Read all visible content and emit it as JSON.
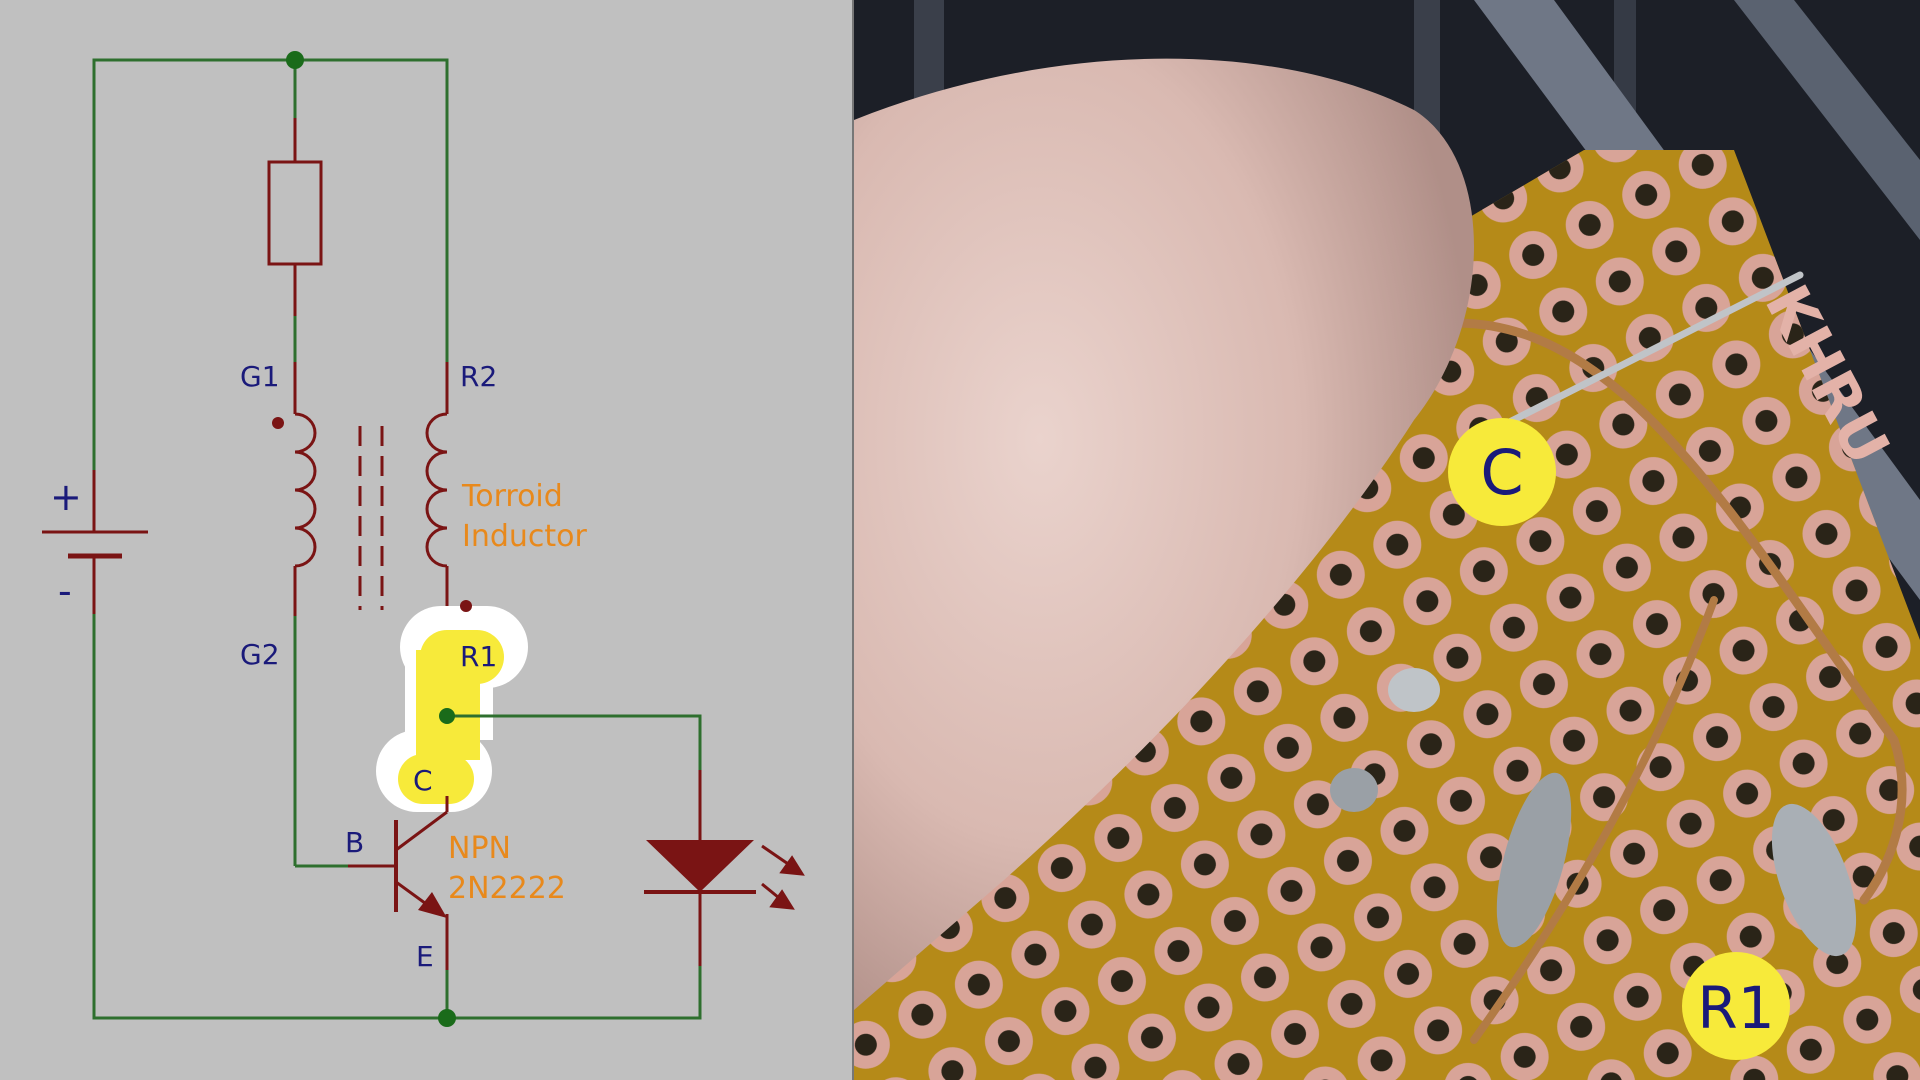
{
  "schematic": {
    "pins": {
      "g1": "G1",
      "g2": "G2",
      "r2": "R2",
      "r1": "R1",
      "c": "C",
      "b": "B",
      "e": "E"
    },
    "battery": {
      "plus": "+",
      "minus": "-"
    },
    "inductor": {
      "line1": "Torroid",
      "line2": "Inductor"
    },
    "transistor": {
      "line1": "NPN",
      "line2": "2N2222"
    }
  },
  "photo": {
    "labels": {
      "c": "C",
      "r1": "R1"
    }
  },
  "colors": {
    "background": "#c0c0c0",
    "wire": "#2e6f2e",
    "component": "#7a1414",
    "pin_label": "#1a1a7a",
    "value_label": "#e8891c",
    "highlight": "#f7ea3a",
    "highlight_outline": "#ffffff",
    "pcb": "#b58a18",
    "pad": "#d8a498"
  },
  "icons": {
    "light_emission": "light-arrows-icon"
  }
}
